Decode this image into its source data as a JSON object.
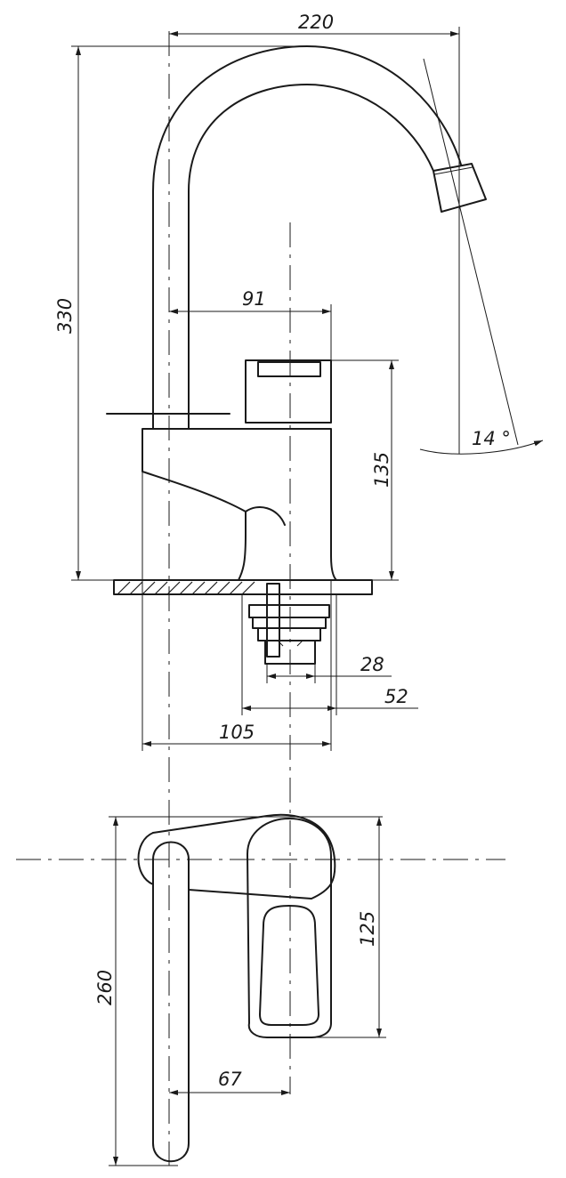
{
  "dimensions": {
    "overall_reach": "220",
    "overall_height": "330",
    "spout_center_to_handle": "91",
    "body_height": "135",
    "spout_angle": "14 °",
    "fitting_inner": "28",
    "fitting_outer": "52",
    "base_width": "105",
    "top_view_length": "260",
    "top_view_handle_length": "125",
    "top_view_offset": "67"
  }
}
